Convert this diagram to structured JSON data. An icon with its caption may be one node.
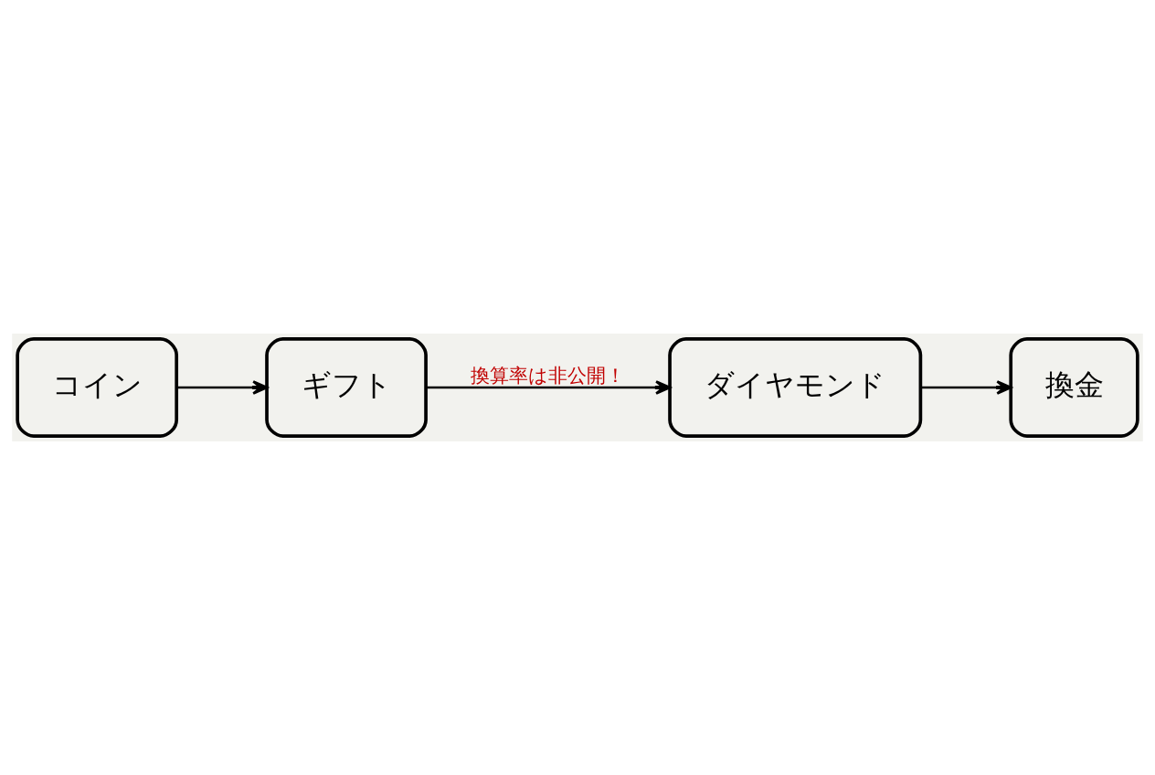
{
  "diagram": {
    "nodes": [
      {
        "text": [
          "コイン"
        ]
      },
      {
        "text": [
          "ギフト"
        ]
      },
      {
        "text": [
          "ダイヤモンド"
        ]
      },
      {
        "text": [
          "換金"
        ]
      }
    ],
    "edges": [
      {
        "from": 0,
        "to": 1,
        "arrow": "to"
      },
      {
        "from": 1,
        "to": 2,
        "arrow": "to",
        "label": "換算率は非公開！"
      },
      {
        "from": 2,
        "to": 3,
        "arrow": "to"
      }
    ]
  }
}
